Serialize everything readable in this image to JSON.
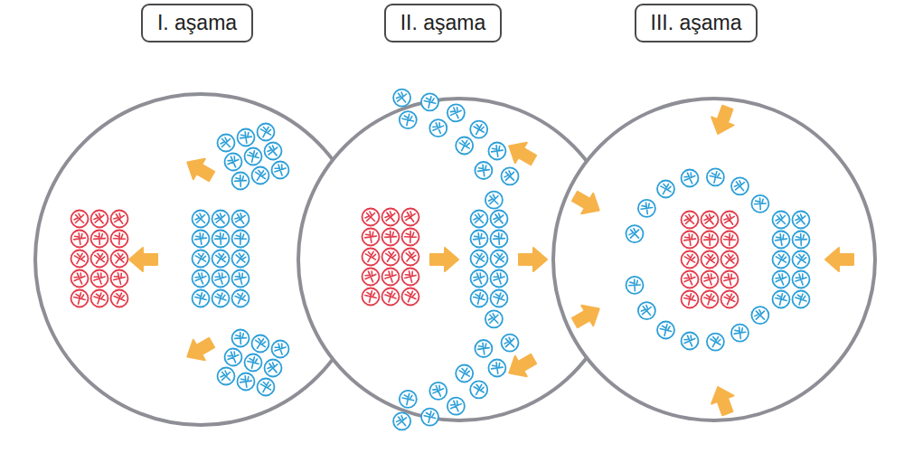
{
  "diagram": {
    "nodes": [
      {
        "text": [
          "I. aşama"
        ]
      },
      {
        "text": [
          "II. aşama"
        ]
      },
      {
        "text": [
          "III. aşama"
        ]
      }
    ]
  }
}
